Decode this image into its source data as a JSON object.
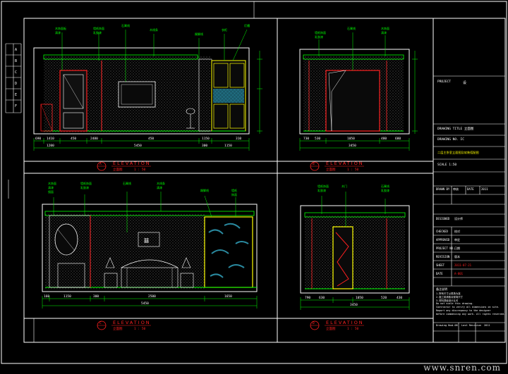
{
  "colors": {
    "background": "#000000",
    "frame": "#ffffff",
    "green": "#00ff00",
    "red": "#ff2020",
    "yellow": "#ffff00",
    "cyan": "#00c0c0",
    "magenta": "#ff00ff",
    "pattern": "#606060"
  },
  "elevation_label": "ELEVATION",
  "titles": {
    "tl": {
      "num": "A",
      "name": "立面图",
      "scale": "1 : 50"
    },
    "tr": {
      "num": "B",
      "name": "立面图",
      "scale": "1 : 50"
    },
    "bl": {
      "num": "C",
      "name": "立面图",
      "scale": "1 : 50"
    },
    "br": {
      "num": "D",
      "name": "立面图",
      "scale": "1 : 50"
    }
  },
  "dims": {
    "tl": [
      "690",
      "1410",
      "450",
      "2480",
      "450",
      "1150",
      "310"
    ],
    "tl_total": "5450",
    "tl_sub": [
      "1200",
      "300",
      "1150"
    ],
    "tr": [
      "730",
      "530",
      "1050",
      "480",
      "680"
    ],
    "tr_total": "3450",
    "bl": [
      "160",
      "1150",
      "300",
      "2500",
      "1650"
    ],
    "bl_total": "5450",
    "br": [
      "790",
      "630",
      "1050",
      "520",
      "430"
    ],
    "br_total": "3450"
  },
  "title_block": {
    "project": "PROJECT",
    "logo": "设",
    "rows": [
      "DRAWING TITLE    立面图",
      "DRAWING NO.   IC",
      "二层主卧室立面图及软装搭配图",
      "SCALE    1:50"
    ],
    "mid_header": [
      "DRAWN BY",
      "审核",
      "DATE",
      "2011"
    ],
    "mid_rows": [
      [
        "DESIGNED",
        "设计师"
      ],
      [
        "CHECKED",
        "校对"
      ],
      [
        "APPROVED",
        "审定"
      ],
      [
        "PROJECT NO.",
        "日期"
      ],
      [
        "REVISION",
        "版本"
      ],
      [
        "SHEET",
        "2011-07-21"
      ],
      [
        "DATE",
        "A-001"
      ]
    ],
    "notes_title": "备注说明",
    "notes": [
      "1.所有尺寸以现场为准",
      "2.施工前请核对现场尺寸",
      "3.材料须经设计认可",
      "Do not scale this drawing.",
      "Contractor to verify all dimensions on site.",
      "Report any discrepancy to the designer",
      "before commencing any work. All rights reserved."
    ],
    "footer": [
      "Drawing No.",
      "A-08",
      "Last Revision",
      "2011"
    ]
  },
  "watermark": "www.snren.com"
}
